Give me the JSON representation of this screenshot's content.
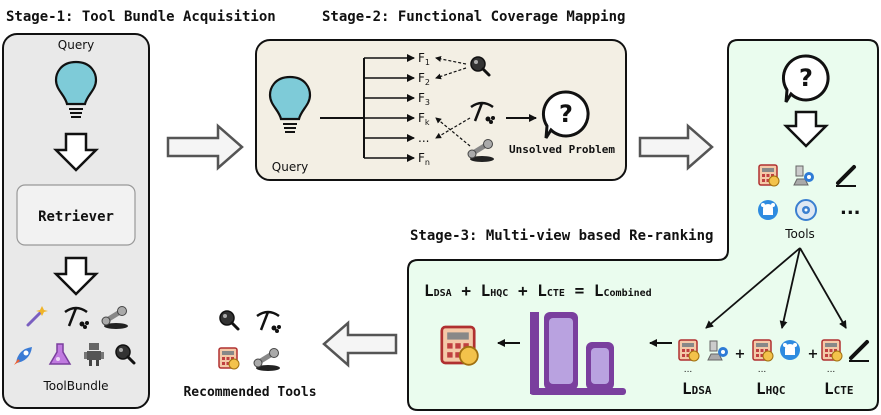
{
  "stage1": {
    "title": "Stage-1: Tool Bundle Acquisition",
    "query_label": "Query",
    "retriever_label": "Retriever",
    "bundle_label": "ToolBundle",
    "bundle_icons": [
      "magic-wand-icon",
      "pickaxe-icon",
      "wrench-icon",
      "rocket-icon",
      "flask-icon",
      "robot-icon",
      "magnifier-icon"
    ]
  },
  "stage2": {
    "title": "Stage-2: Functional Coverage Mapping",
    "query_label": "Query",
    "functions": [
      {
        "base": "F",
        "sub": "1"
      },
      {
        "base": "F",
        "sub": "2"
      },
      {
        "base": "F",
        "sub": "3"
      },
      {
        "base": "F",
        "sub": "k"
      },
      {
        "base": "...",
        "sub": ""
      },
      {
        "base": "F",
        "sub": "n"
      }
    ],
    "unsolved_label": "Unsolved Problem"
  },
  "stage3": {
    "title": "Stage-3: Multi-view based Re-ranking",
    "tools_label": "Tools",
    "more_tools": "...",
    "formula": {
      "dsa": {
        "base": "L",
        "sub": "DSA"
      },
      "hqc": {
        "base": "L",
        "sub": "HQC"
      },
      "cte": {
        "base": "L",
        "sub": "CTE"
      },
      "combined": {
        "base": "L",
        "sub": "Combined"
      },
      "plus": "+",
      "equals": "="
    },
    "views": [
      {
        "base": "L",
        "sub": "DSA"
      },
      {
        "base": "L",
        "sub": "HQC"
      },
      {
        "base": "L",
        "sub": "CTE"
      }
    ],
    "plus": "+",
    "ellipsis": "..."
  },
  "output": {
    "label": "Recommended Tools",
    "icons": [
      "magnifier-icon",
      "pickaxe-icon",
      "calculator-icon",
      "wrench-icon"
    ]
  },
  "colors": {
    "stage1_bg": "#e9e9e9",
    "stage2_bg": "#f3efe4",
    "stage3_bg": "#eafcee",
    "bulb": "#7ecbd8",
    "bar_purple": "#7a3f9e",
    "bar_light": "#b9a2e0"
  }
}
